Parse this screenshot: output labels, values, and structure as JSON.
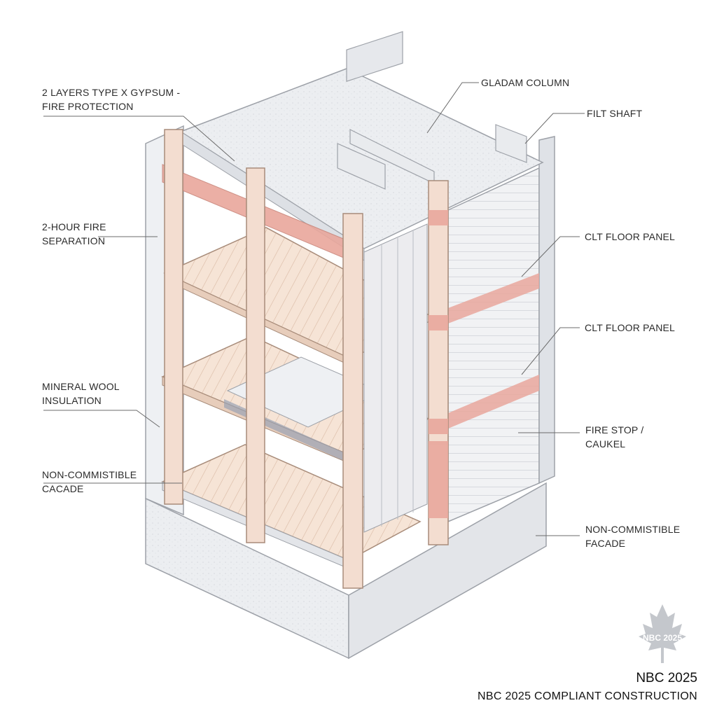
{
  "labels": {
    "gypsum": {
      "line1": "2 LAYERS TYPE X GYPSUM -",
      "line2": "FIRE PROTECTION"
    },
    "fire_separation": {
      "line1": "2-HOUR FIRE",
      "line2": "SEPARATION"
    },
    "mineral_wool": {
      "line1": "MINERAL WOOL",
      "line2": "INSULATION"
    },
    "facade_left": {
      "line1": "NON-COMMISTIBLE",
      "line2": "CACADE"
    },
    "glulam_column": "GLADAM COLUMN",
    "lift_shaft": "FILT SHAFT",
    "clt_panel_upper": "CLT FLOOR PANEL",
    "clt_panel_lower": "CLT FLOOR PANEL",
    "fire_stop": {
      "line1": "FIRE STOP /",
      "line2": "CAUKEL"
    },
    "facade_right": {
      "line1": "NON-COMMISTIBLE",
      "line2": "FACADE"
    }
  },
  "badge": {
    "text": "NBC 2025",
    "icon": "maple-leaf-icon"
  },
  "title": {
    "main": "NBC 2025",
    "sub": "NBC 2025 COMPLIANT CONSTRUCTION"
  },
  "colors": {
    "timber": "#f4dfcf",
    "timber_edge": "#c9a48a",
    "gypsum": "#e8e9ec",
    "insulation": "#9aa3b3",
    "fire_band": "#e9a79c",
    "concrete": "#eceef1",
    "leader": "#6b6b6b"
  }
}
